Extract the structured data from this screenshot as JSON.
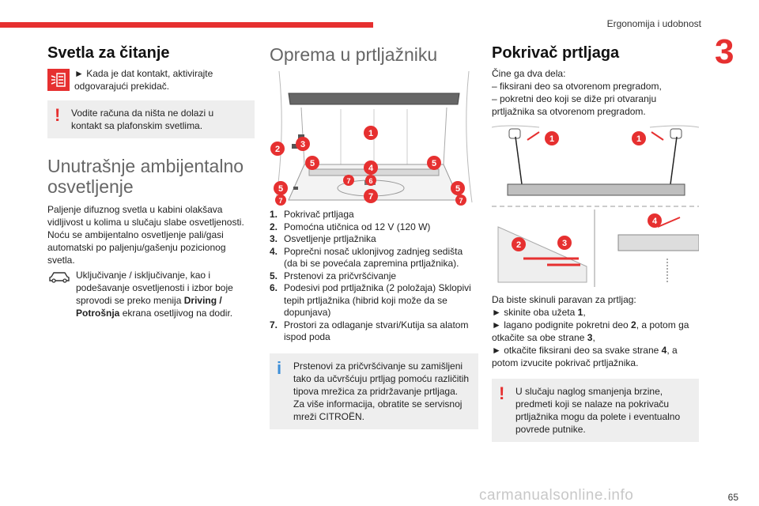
{
  "header": {
    "section_title": "Ergonomija i udobnost",
    "chapter_number": "3",
    "page_number": "65"
  },
  "col1": {
    "reading_lights": {
      "title": "Svetla za čitanje",
      "icon": "reading-light-icon",
      "bullet": "► Kada je dat kontakt, aktivirajte odgovarajući prekidač.",
      "warning_text": "Vodite računa da ništa ne dolazi u kontakt sa plafonskim svetlima.",
      "warning_icon": "exclamation-icon"
    },
    "ambient": {
      "title": "Unutrašnje ambijentalno osvetljenje",
      "paragraph": "Paljenje difuznog svetla u kabini olakšava vidljivost u kolima u slučaju slabe osvetljenosti. Noću se ambijentalno osvetljenje pali/gasi automatski po paljenju/gašenju pozicionog svetla.",
      "icon": "car-icon",
      "menu_text_1": "Uključivanje / isključivanje, kao i podešavanje osvetljenosti i izbor boje sprovodi se preko menija",
      "menu_bold": "Driving / Potrošnja",
      "menu_text_2": "ekrana osetljivog na dodir."
    }
  },
  "col2": {
    "title": "Oprema u prtljažniku",
    "callouts": [
      "1",
      "2",
      "3",
      "5",
      "4",
      "5",
      "5",
      "5",
      "7",
      "7",
      "7",
      "6",
      "7"
    ],
    "items": [
      {
        "num": "1.",
        "text": "Pokrivač prtljaga"
      },
      {
        "num": "2.",
        "text": "Pomoćna utičnica od 12 V (120 W)"
      },
      {
        "num": "3.",
        "text": "Osvetljenje prtljažnika"
      },
      {
        "num": "4.",
        "text": "Poprečni nosač uklonjivog zadnjeg sedišta (da bi se povećala zapremina prtljažnika)."
      },
      {
        "num": "5.",
        "text": "Prstenovi za pričvršćivanje"
      },
      {
        "num": "6.",
        "text": "Podesivi pod prtljažnika (2 položaja) Sklopivi tepih prtljažnika (hibrid koji može da se dopunjava)"
      },
      {
        "num": "7.",
        "text": "Prostori za odlaganje stvari/Kutija sa alatom ispod poda"
      }
    ],
    "info_text": "Prstenovi za pričvršćivanje su zamišljeni tako da učvršćuju prtljag pomoću različitih tipova mrežica za pridržavanje prtljaga.",
    "info_text_2": "Za više informacija, obratite se servisnoj mreži CITROËN.",
    "info_icon": "info-icon"
  },
  "col3": {
    "title": "Pokrivač prtljaga",
    "intro": "Čine ga dva dela:",
    "intro_l1": "– fiksirani deo sa otvorenom pregradom,",
    "intro_l2": "– pokretni deo koji se diže pri otvaranju prtljažnika sa otvorenom pregradom.",
    "callouts_top": [
      "1",
      "1"
    ],
    "callouts_bottom": [
      "2",
      "3",
      "4"
    ],
    "remove_intro": "Da biste skinuli paravan za prtljag:",
    "step1_a": "► skinite oba užeta",
    "step1_b": "1",
    "step1_c": ",",
    "step2_a": "► lagano podignite pokretni deo",
    "step2_b": "2",
    "step2_c": ", a potom ga otkačite sa obe strane",
    "step2_d": "3",
    "step2_e": ",",
    "step3_a": "► otkačite fiksirani deo sa svake strane",
    "step3_b": "4",
    "step3_c": ", a potom izvucite pokrivač prtljažnika.",
    "warning_text": "U slučaju naglog smanjenja brzine, predmeti koji se nalaze na pokrivaču prtljažnika mogu da polete i eventualno povrede putnike."
  },
  "watermark": "carmanualsonline.info",
  "colors": {
    "accent": "#e63030",
    "note_bg": "#eeeeee",
    "info": "#3d8fd8"
  }
}
